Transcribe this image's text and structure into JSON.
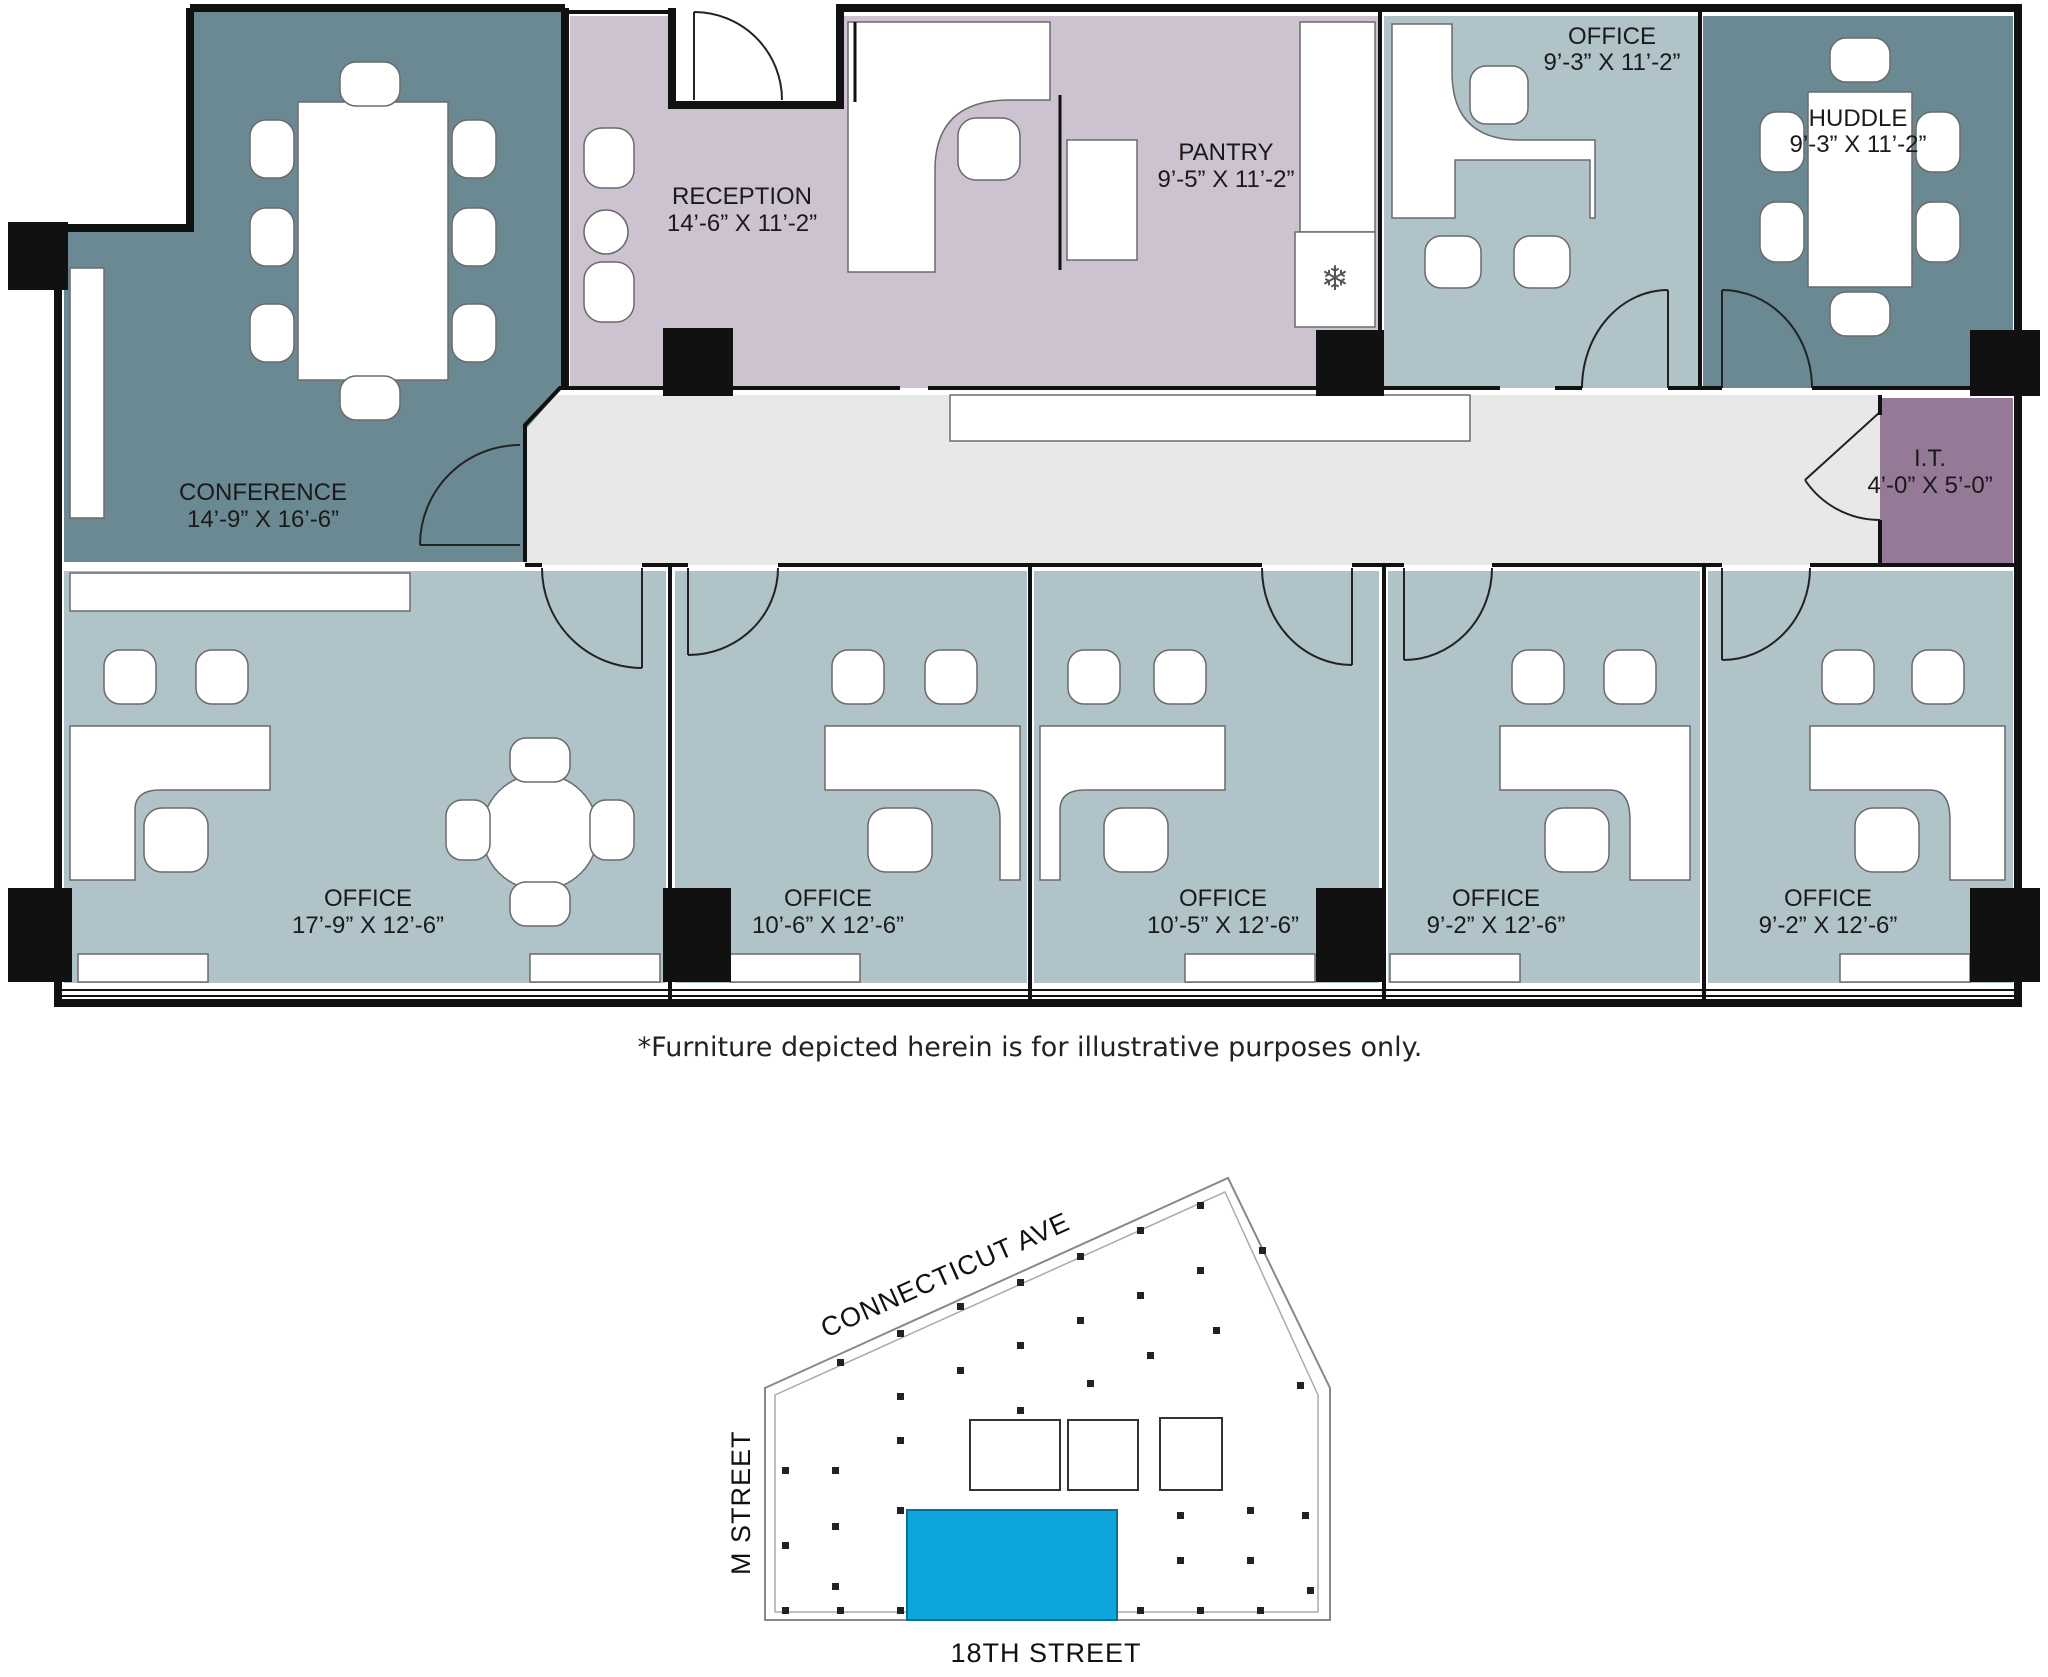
{
  "rooms": [
    {
      "key": "conference",
      "name": "CONFERENCE",
      "dims": "14’-9” X 16’-6”",
      "color": "#6a8993"
    },
    {
      "key": "reception",
      "name": "RECEPTION",
      "dims": "14’-6” X 11’-2”",
      "color": "#ccc2d0"
    },
    {
      "key": "pantry",
      "name": "PANTRY",
      "dims": "9’-5” X 11’-2”",
      "color": "#ccc2d0"
    },
    {
      "key": "office-top",
      "name": "OFFICE",
      "dims": "9’-3” X 11’-2”",
      "color": "#b0c3c8"
    },
    {
      "key": "huddle",
      "name": "HUDDLE",
      "dims": "9’-3” X 11’-2”",
      "color": "#6a8993"
    },
    {
      "key": "it",
      "name": "I.T.",
      "dims": "4’-0” X 5’-0”",
      "color": "#957a97"
    },
    {
      "key": "office-1",
      "name": "OFFICE",
      "dims": "17’-9” X 12’-6”",
      "color": "#b0c3c8"
    },
    {
      "key": "office-2",
      "name": "OFFICE",
      "dims": "10’-6” X 12’-6”",
      "color": "#b0c3c8"
    },
    {
      "key": "office-3",
      "name": "OFFICE",
      "dims": "10’-5” X 12’-6”",
      "color": "#b0c3c8"
    },
    {
      "key": "office-4",
      "name": "OFFICE",
      "dims": "9’-2” X 12’-6”",
      "color": "#b0c3c8"
    },
    {
      "key": "office-5",
      "name": "OFFICE",
      "dims": "9’-2” X 12’-6”",
      "color": "#b0c3c8"
    }
  ],
  "corridor_color": "#e8e8e8",
  "wall_color": "#111111",
  "disclaimer": "*Furniture depicted herein is for illustrative purposes only.",
  "key_plan": {
    "streets": {
      "north": "CONNECTICUT AVE",
      "west": "M STREET",
      "south": "18TH STREET"
    },
    "highlight_color": "#0ea5dc"
  }
}
